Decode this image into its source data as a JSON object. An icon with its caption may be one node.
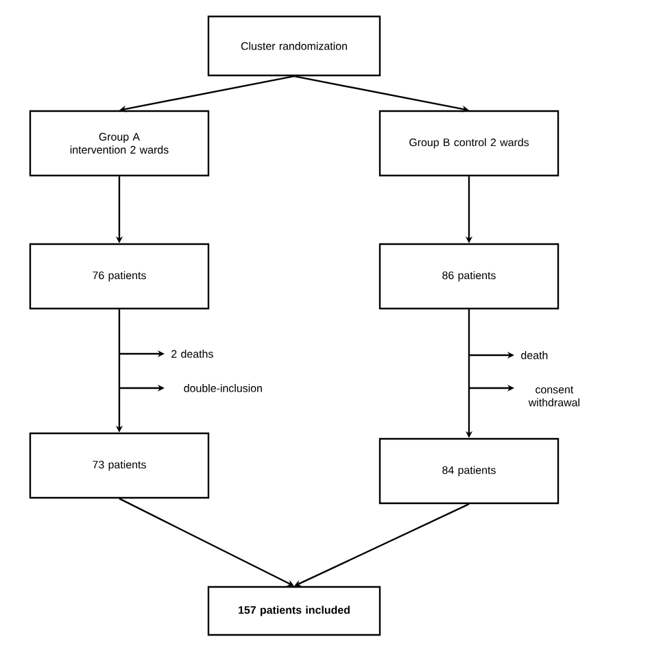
{
  "diagram": {
    "nodes": [
      {
        "text": [
          "Cluster randomization"
        ]
      },
      {
        "text": [
          "Group A intervention 2 wards"
        ]
      },
      {
        "text": [
          "Group B control 2 wards"
        ]
      },
      {
        "text": [
          "76 patients"
        ]
      },
      {
        "text": [
          "86 patients"
        ]
      },
      {
        "text": [
          "2 deaths"
        ]
      },
      {
        "text": [
          "double-inclusion"
        ]
      },
      {
        "text": [
          "death"
        ]
      },
      {
        "text": [
          "consent withdrawal"
        ]
      },
      {
        "text": [
          "73 patients"
        ]
      },
      {
        "text": [
          "84 patients"
        ]
      },
      {
        "text": [
          "157 patients included"
        ]
      }
    ],
    "edges": [
      {
        "from": 0,
        "to": 1,
        "arrow": "to"
      },
      {
        "from": 0,
        "to": 2,
        "arrow": "to"
      },
      {
        "from": 1,
        "to": 3,
        "arrow": "to"
      },
      {
        "from": 2,
        "to": 4,
        "arrow": "to"
      },
      {
        "from": 3,
        "to": 9,
        "arrow": "to"
      },
      {
        "from": 4,
        "to": 10,
        "arrow": "to"
      },
      {
        "from": null,
        "to": 5,
        "arrow": "to"
      },
      {
        "from": null,
        "to": 6,
        "arrow": "to"
      },
      {
        "from": null,
        "to": 7,
        "arrow": "to"
      },
      {
        "from": null,
        "to": 8,
        "arrow": "to"
      },
      {
        "from": 9,
        "to": 11,
        "arrow": "to"
      },
      {
        "from": 10,
        "to": 11,
        "arrow": "to"
      }
    ]
  }
}
